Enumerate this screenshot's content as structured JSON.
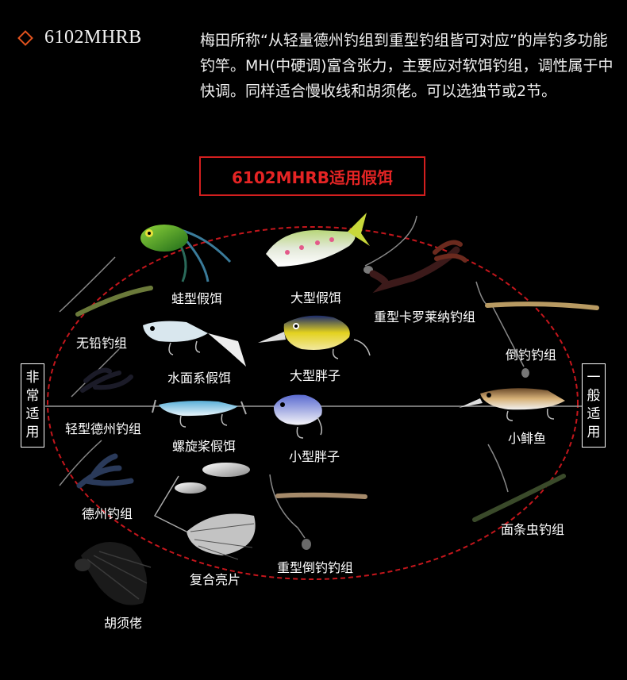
{
  "header": {
    "model": "6102MHRB",
    "description": "梅田所称“从轻量德州钓组到重型钓组皆可对应”的岸钓多功能钓竿。MH(中硬调)富含张力，主要应对软饵钓组，调性属于中快调。同样适合慢收线和胡须佬。可以选独节或2节。",
    "diamond_icon": "diamond-outline-icon",
    "accent_color": "#e2531e"
  },
  "title_box": {
    "text": "6102MHRB适用假饵",
    "color": "#e52424"
  },
  "axis": {
    "left_label": [
      "非",
      "常",
      "适",
      "用"
    ],
    "right_label": [
      "一",
      "般",
      "适",
      "用"
    ]
  },
  "lures": [
    {
      "id": "frog",
      "label": "蛙型假饵"
    },
    {
      "id": "big-swimbait",
      "label": "大型假饵"
    },
    {
      "id": "heavy-carolina",
      "label": "重型卡罗莱纳钓组"
    },
    {
      "id": "no-sinker",
      "label": "无铅钓组"
    },
    {
      "id": "topwater",
      "label": "水面系假饵"
    },
    {
      "id": "big-crank",
      "label": "大型胖子"
    },
    {
      "id": "drop-shot",
      "label": "倒钓钓组"
    },
    {
      "id": "light-texas",
      "label": "轻型德州钓组"
    },
    {
      "id": "propbait",
      "label": "螺旋桨假饵"
    },
    {
      "id": "small-crank",
      "label": "小型胖子"
    },
    {
      "id": "minnow",
      "label": "小鲱鱼"
    },
    {
      "id": "texas",
      "label": "德州钓组"
    },
    {
      "id": "noodle-worm",
      "label": "面条虫钓组"
    },
    {
      "id": "spinnerbait",
      "label": "复合亮片"
    },
    {
      "id": "heavy-drop-shot",
      "label": "重型倒钓钓组"
    },
    {
      "id": "rubber-jig",
      "label": "胡须佬"
    }
  ],
  "colors": {
    "ellipse": "#c4161c",
    "axis": "#9a9a9a"
  }
}
